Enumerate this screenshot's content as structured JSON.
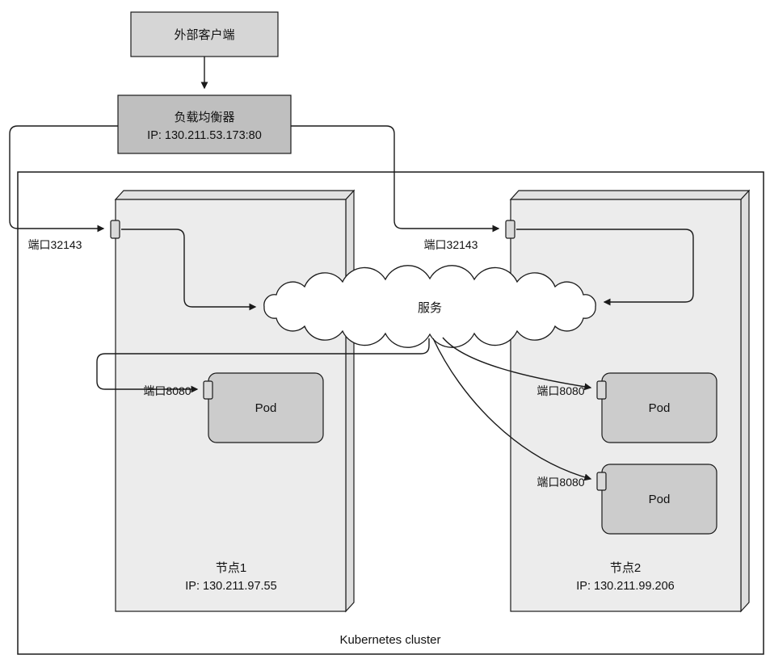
{
  "diagram": {
    "cluster_label": "Kubernetes cluster",
    "external_client": {
      "label": "外部客户端"
    },
    "load_balancer": {
      "title": "负载均衡器",
      "ip": "IP: 130.211.53.173:80"
    },
    "service": {
      "label": "服务"
    },
    "nodes": [
      {
        "name": "节点1",
        "ip": "IP: 130.211.97.55",
        "node_port": "端口32143",
        "pods": [
          {
            "label": "Pod",
            "port": "端口8080"
          }
        ]
      },
      {
        "name": "节点2",
        "ip": "IP: 130.211.99.206",
        "node_port": "端口32143",
        "pods": [
          {
            "label": "Pod",
            "port": "端口8080"
          },
          {
            "label": "Pod",
            "port": "端口8080"
          }
        ]
      }
    ],
    "colors": {
      "client_box": "#d6d6d6",
      "lb_box": "#bfbfbf",
      "node_box": "#ececec",
      "pod_box": "#cccccc",
      "port_chip": "#d9d9d9",
      "line": "#1a1a1a"
    }
  }
}
